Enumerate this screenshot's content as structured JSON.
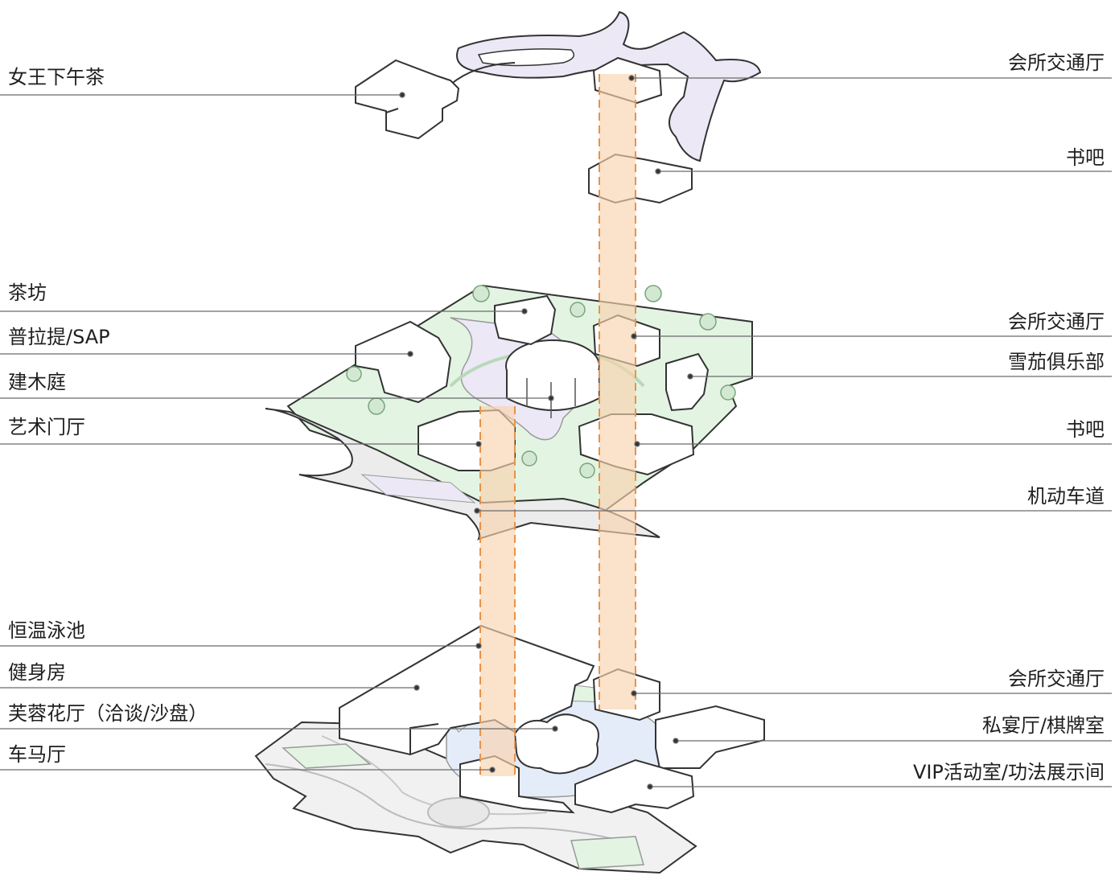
{
  "labels_left": [
    {
      "id": "queen-tea",
      "text": "女王下午茶"
    },
    {
      "id": "tea-house",
      "text": "茶坊"
    },
    {
      "id": "pilates",
      "text": "普拉提/SAP"
    },
    {
      "id": "wood-court",
      "text": "建木庭"
    },
    {
      "id": "art-lobby",
      "text": "艺术门厅"
    },
    {
      "id": "pool",
      "text": "恒温泳池"
    },
    {
      "id": "gym",
      "text": "健身房"
    },
    {
      "id": "hibiscus-hall",
      "text": "芙蓉花厅（洽谈/沙盘）"
    },
    {
      "id": "carriage-hall",
      "text": "车马厅"
    }
  ],
  "labels_right": [
    {
      "id": "club-circulation-top",
      "text": "会所交通厅"
    },
    {
      "id": "book-bar-top",
      "text": "书吧"
    },
    {
      "id": "club-circulation-mid",
      "text": "会所交通厅"
    },
    {
      "id": "cigar-club",
      "text": "雪茄俱乐部"
    },
    {
      "id": "book-bar-mid",
      "text": "书吧"
    },
    {
      "id": "vehicle-lane",
      "text": "机动车道"
    },
    {
      "id": "club-circulation-low",
      "text": "会所交通厅"
    },
    {
      "id": "private-banquet",
      "text": "私宴厅/棋牌室"
    },
    {
      "id": "vip-room",
      "text": "VIP活动室/功法展示间"
    }
  ],
  "colors": {
    "landscape_green": "#e3f4e3",
    "circulation_purple": "#ece8f6",
    "core_orange": "#f9d3ad",
    "core_dash": "#e8924a",
    "outline": "#333333",
    "leader": "#6a6a6a",
    "ground_grey": "#f1f1f1",
    "water_blue": "#e4ecf9"
  }
}
